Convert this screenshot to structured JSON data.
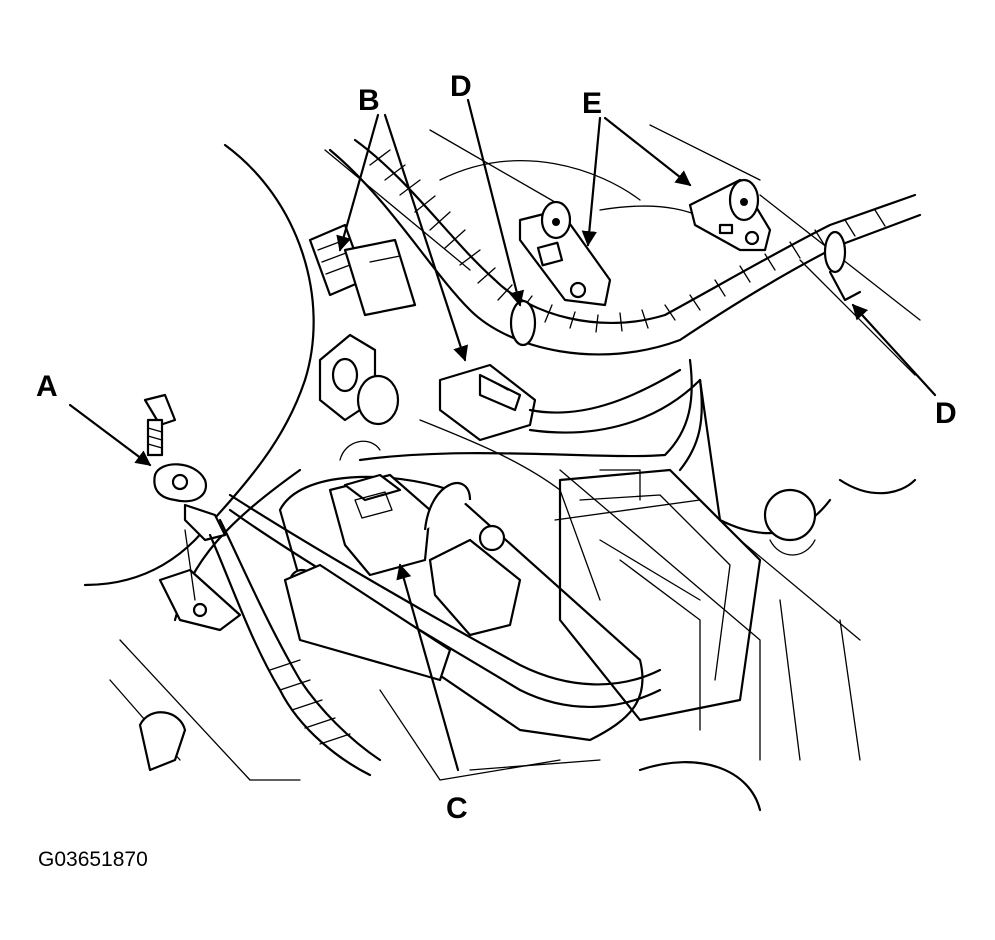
{
  "figure_id": "G03651870",
  "callouts": {
    "a": "A",
    "b": "B",
    "c": "C",
    "d_top": "D",
    "d_right": "D",
    "e": "E"
  },
  "colors": {
    "ink": "#000000",
    "paper": "#ffffff"
  }
}
